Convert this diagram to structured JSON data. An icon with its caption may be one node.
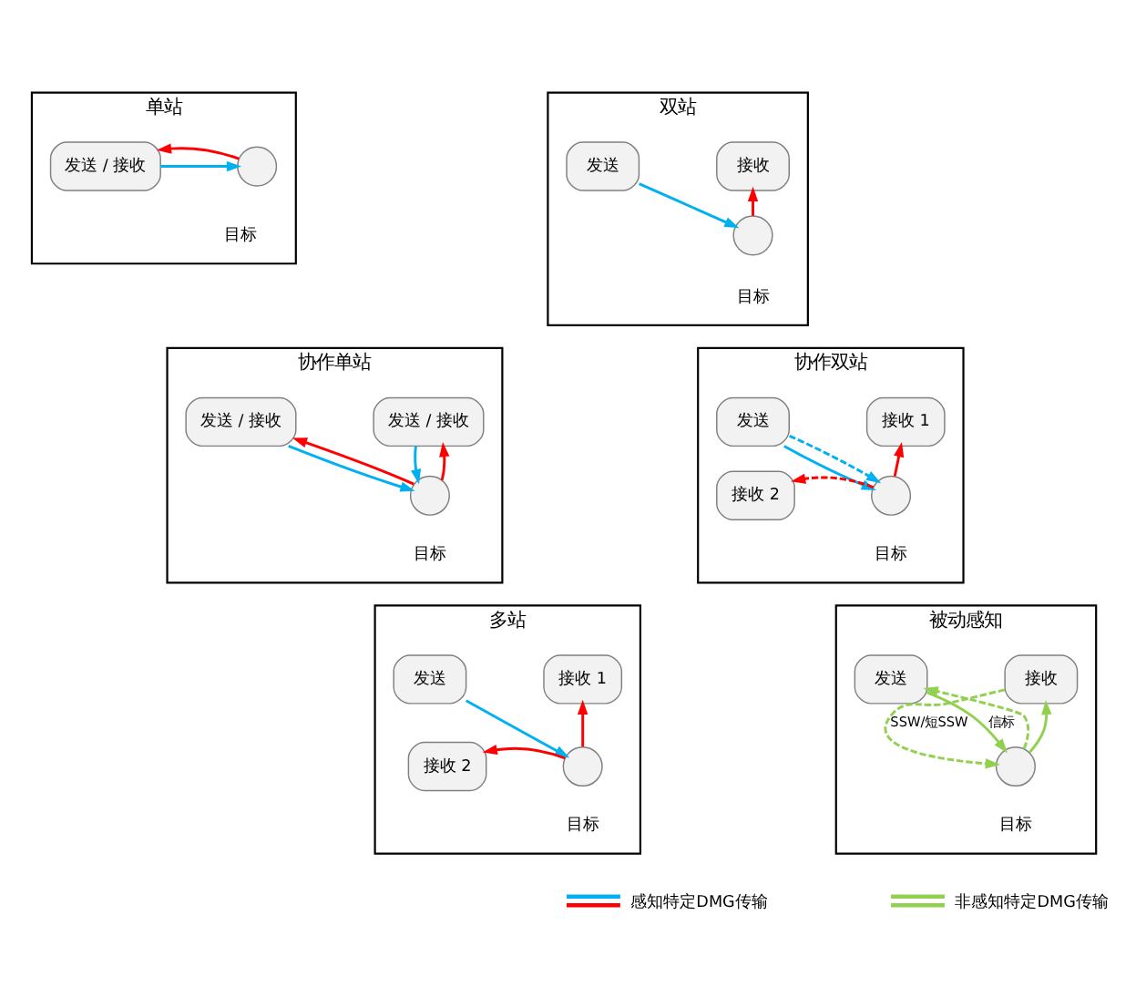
{
  "diagram": {
    "nodes": [
      {
        "text": [
          "单站"
        ]
      },
      {
        "text": [
          "发送 / 接收"
        ],
        "in": 0
      },
      {
        "text": [],
        "shape": "circle",
        "in": 0,
        "beside": [
          "目标"
        ]
      },
      {
        "text": [
          "双站"
        ]
      },
      {
        "text": [
          "发送"
        ],
        "in": 3
      },
      {
        "text": [
          "接收"
        ],
        "in": 3
      },
      {
        "text": [],
        "shape": "circle",
        "in": 3,
        "beside": [
          "目标"
        ]
      },
      {
        "text": [
          "协作单站"
        ]
      },
      {
        "text": [
          "发送 / 接收"
        ],
        "in": 7
      },
      {
        "text": [
          "发送 / 接收"
        ],
        "in": 7
      },
      {
        "text": [],
        "shape": "circle",
        "in": 7,
        "beside": [
          "目标"
        ]
      },
      {
        "text": [
          "协作双站"
        ]
      },
      {
        "text": [
          "发送"
        ],
        "in": 11
      },
      {
        "text": [
          "接收 1"
        ],
        "in": 11
      },
      {
        "text": [
          "接收 2"
        ],
        "in": 11
      },
      {
        "text": [],
        "shape": "circle",
        "in": 11,
        "beside": [
          "目标"
        ]
      },
      {
        "text": [
          "多站"
        ]
      },
      {
        "text": [
          "发送"
        ],
        "in": 16
      },
      {
        "text": [
          "接收 1"
        ],
        "in": 16
      },
      {
        "text": [
          "接收 2"
        ],
        "in": 16
      },
      {
        "text": [],
        "shape": "circle",
        "in": 16,
        "beside": [
          "目标"
        ]
      },
      {
        "text": [
          "被动感知"
        ]
      },
      {
        "text": [
          "发送"
        ],
        "in": 21
      },
      {
        "text": [
          "接收"
        ],
        "in": 21
      },
      {
        "text": [],
        "shape": "circle",
        "in": 21,
        "beside": [
          "目标"
        ]
      }
    ],
    "edges": [
      {
        "from": 1,
        "to": 2,
        "arrow": "to",
        "color": "#00b0f0"
      },
      {
        "from": 2,
        "to": 1,
        "arrow": "to"
      },
      {
        "from": 4,
        "to": 6,
        "arrow": "to",
        "color": "#00b0f0"
      },
      {
        "from": 6,
        "to": 5,
        "arrow": "to"
      },
      {
        "from": 8,
        "to": 10,
        "arrow": "to",
        "color": "#00b0f0"
      },
      {
        "from": 10,
        "to": 8,
        "arrow": "to"
      },
      {
        "from": 9,
        "to": 10,
        "arrow": "to",
        "color": "#00b0f0"
      },
      {
        "from": 10,
        "to": 9,
        "arrow": "to"
      },
      {
        "from": 12,
        "to": 15,
        "arrow": "to",
        "color": "#00b0f0"
      },
      {
        "from": 12,
        "to": 15,
        "arrow": "to",
        "style": "dashed",
        "color": "#00b0f0"
      },
      {
        "from": 15,
        "to": 13,
        "arrow": "to"
      },
      {
        "from": 15,
        "to": 14,
        "arrow": "to",
        "style": "dashed"
      },
      {
        "from": 17,
        "to": 20,
        "arrow": "to",
        "color": "#00b0f0"
      },
      {
        "from": 20,
        "to": 18,
        "arrow": "to"
      },
      {
        "from": 20,
        "to": 19,
        "arrow": "to"
      },
      {
        "from": 22,
        "to": 24,
        "arrow": "to",
        "label": "信标",
        "color": "#92d050"
      },
      {
        "from": 24,
        "to": 22,
        "arrow": "to",
        "style": "dashed",
        "color": "#92d050"
      },
      {
        "from": 24,
        "to": 23,
        "arrow": "to",
        "color": "#92d050"
      },
      {
        "from": 23,
        "to": 24,
        "arrow": "to",
        "style": "dashed",
        "label": "SSW/短SSW",
        "color": "#92d050"
      }
    ],
    "legend": [
      {
        "text": "感知特定DMG传输"
      },
      {
        "text": "非感知特定DMG传输"
      }
    ]
  }
}
